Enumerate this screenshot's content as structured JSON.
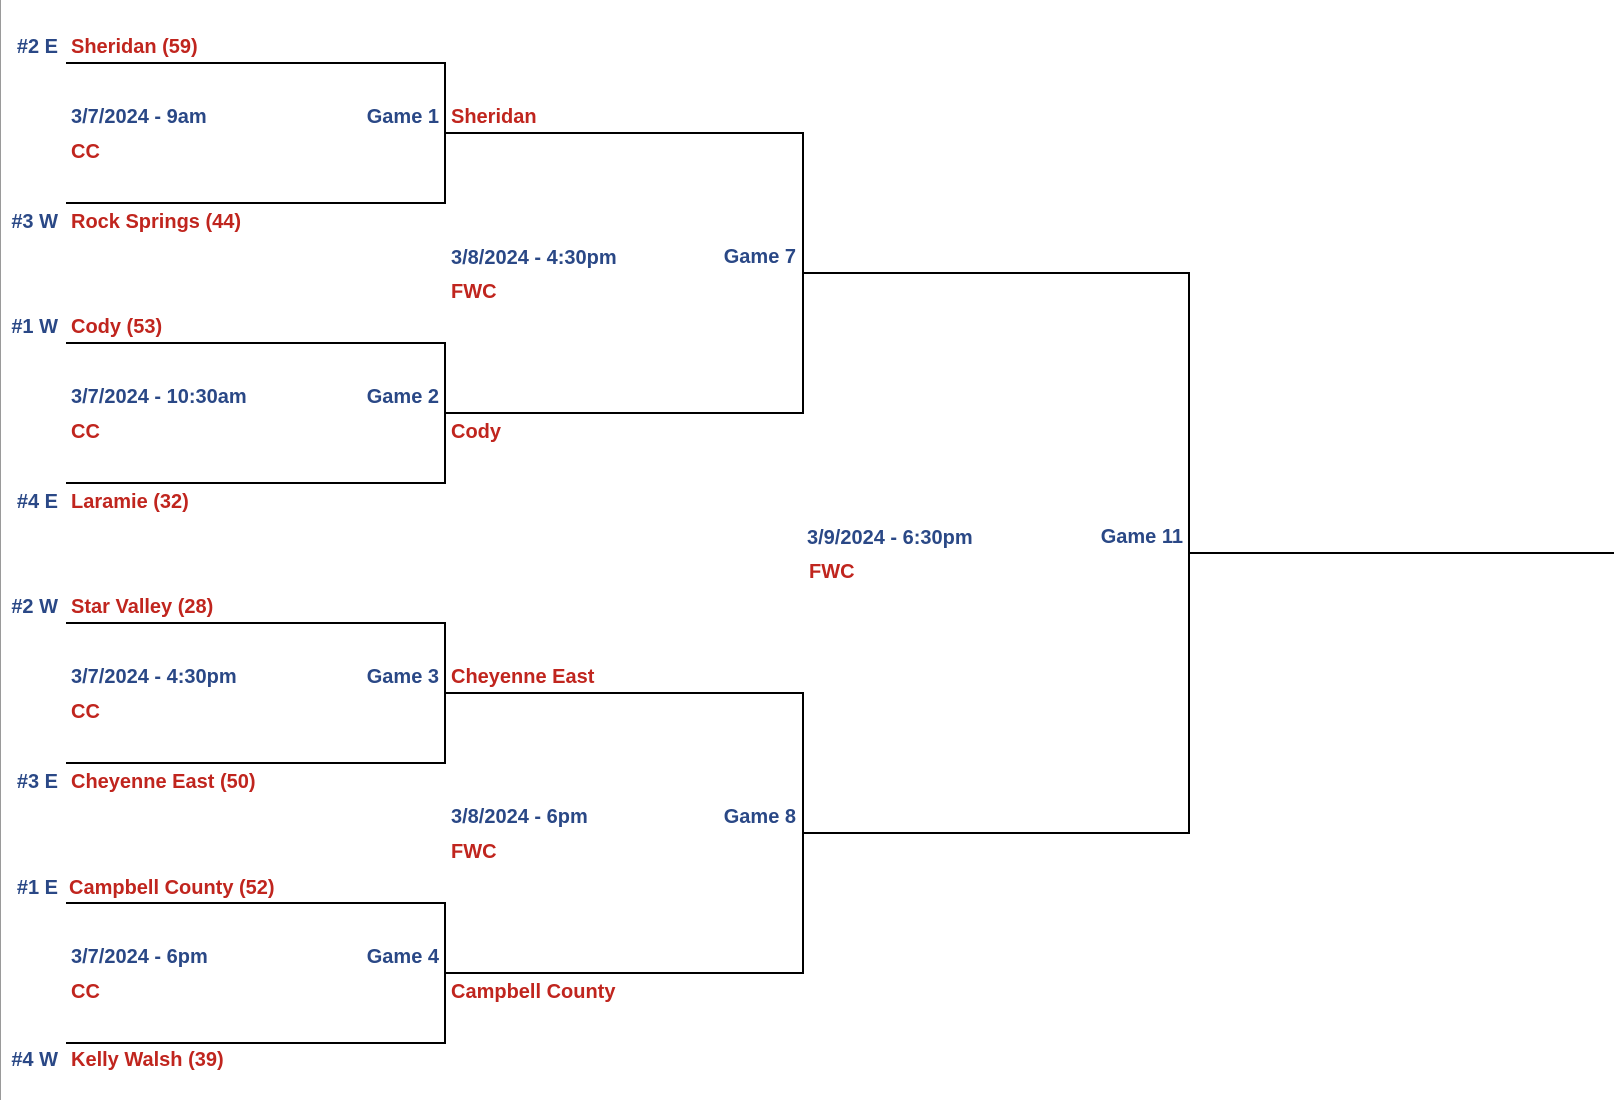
{
  "round1": [
    {
      "top_seed": "#2 E",
      "top_team": "Sheridan (59)",
      "bottom_seed": "#3 W",
      "bottom_team": "Rock Springs (44)",
      "datetime": "3/7/2024 - 9am",
      "venue": "CC",
      "game": "Game 1",
      "winner": "Sheridan"
    },
    {
      "top_seed": "#1 W",
      "top_team": "Cody (53)",
      "bottom_seed": "#4 E",
      "bottom_team": "Laramie (32)",
      "datetime": "3/7/2024 - 10:30am",
      "venue": "CC",
      "game": "Game 2",
      "winner": "Cody"
    },
    {
      "top_seed": "#2 W",
      "top_team": "Star Valley (28)",
      "bottom_seed": "#3 E",
      "bottom_team": "Cheyenne East (50)",
      "datetime": "3/7/2024 - 4:30pm",
      "venue": "CC",
      "game": "Game 3",
      "winner": "Cheyenne East"
    },
    {
      "top_seed": "#1 E",
      "top_team": "Campbell County (52)",
      "bottom_seed": "#4 W",
      "bottom_team": "Kelly Walsh (39)",
      "datetime": "3/7/2024 - 6pm",
      "venue": "CC",
      "game": "Game 4",
      "winner": "Campbell County"
    }
  ],
  "round2": [
    {
      "datetime": "3/8/2024 - 4:30pm",
      "venue": "FWC",
      "game": "Game 7"
    },
    {
      "datetime": "3/8/2024 - 6pm",
      "venue": "FWC",
      "game": "Game 8"
    }
  ],
  "final": {
    "datetime": "3/9/2024 - 6:30pm",
    "venue": "FWC",
    "game": "Game 11"
  },
  "colors": {
    "label_blue": "#2a4886",
    "team_red": "#c0251e",
    "line": "#000000"
  }
}
